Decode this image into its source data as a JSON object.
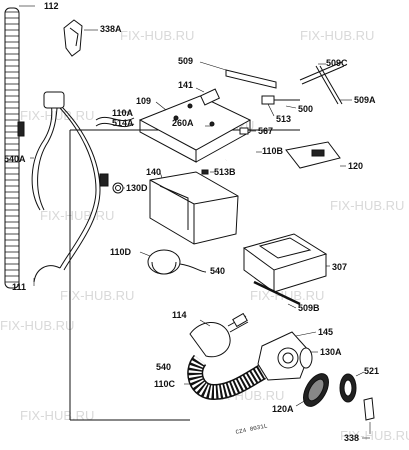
{
  "diagram": {
    "watermark_text": "FIX-HUB.RU",
    "drawing_code": "CZ4 0031L",
    "labels": {
      "p112": "112",
      "p338a": "338A",
      "p509": "509",
      "p509c": "509C",
      "p109": "109",
      "p141": "141",
      "p110a": "110A",
      "p514a": "514A",
      "p500": "500",
      "p509a": "509A",
      "p260a": "260A",
      "p513": "513",
      "p567": "567",
      "p540a": "540A",
      "p110b": "110B",
      "p140": "140",
      "p120": "120",
      "p130d": "130D",
      "p513b": "513B",
      "p110d": "110D",
      "p540_upper": "540",
      "p307": "307",
      "p111": "111",
      "p509b": "509B",
      "p114": "114",
      "p145": "145",
      "p540_lower": "540",
      "p130a": "130A",
      "p110c": "110C",
      "p521": "521",
      "p120a": "120A",
      "p338": "338"
    }
  }
}
